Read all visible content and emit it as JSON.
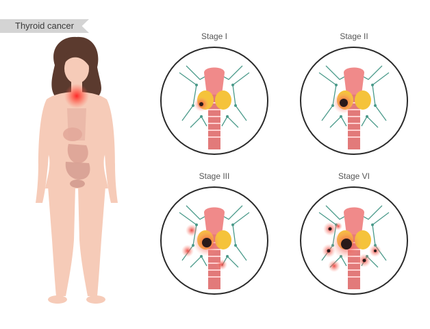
{
  "header": {
    "title": "Thyroid cancer"
  },
  "stages": [
    {
      "label": "Stage I"
    },
    {
      "label": "Stage II"
    },
    {
      "label": "Stage III"
    },
    {
      "label": "Stage VI"
    }
  ],
  "colors": {
    "skin": "#f6cbb8",
    "hair": "#5b3a2e",
    "thyroid": "#f5c33b",
    "larynx": "#f08a8a",
    "trachea": "#e27a7a",
    "lymph": "#4a9a8a",
    "tumor": "#e8352f",
    "banner": "#d4d4d4"
  }
}
